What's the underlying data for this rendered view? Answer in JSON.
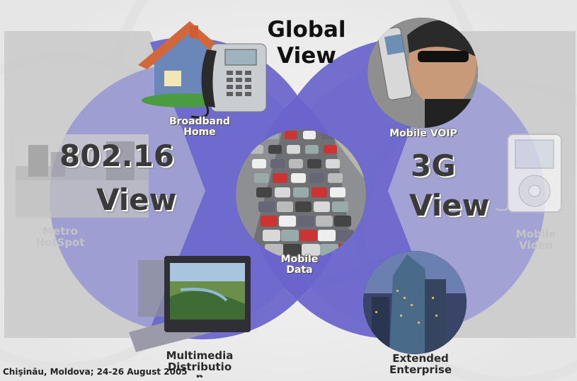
{
  "slide": {
    "title_line1": "Global",
    "title_line2": "View",
    "left_view_line1": "802.16",
    "left_view_line2": "View",
    "right_view_line1": "3G",
    "right_view_line2": "View",
    "footer": "Chişinău, Moldova; 24-26 August 2005"
  },
  "nodes": {
    "broadband_home": [
      "Broadband",
      "Home"
    ],
    "mobile_voip": "Mobile VOIP",
    "mobile_data": [
      "Mobile",
      "Data"
    ],
    "metro_hotspot": [
      "Metro",
      "HotSpot"
    ],
    "mobile_video": [
      "Mobile",
      "Video"
    ],
    "multimedia_distribution": [
      "Multimedia",
      "Distributio",
      "n"
    ],
    "extended_enterprise": [
      "Extended",
      "Enterprise"
    ]
  },
  "colors": {
    "left_petal": "#9a9ad4",
    "right_petal": "#9e9ed6",
    "center_lens": "#6a64cc",
    "arrow_region": "#cbcbcb"
  }
}
